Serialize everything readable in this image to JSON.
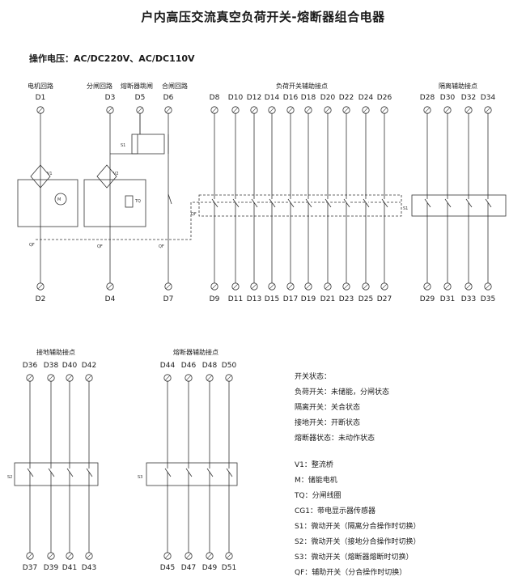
{
  "title": "户内高压交流真空负荷开关-熔断器组合电器",
  "voltage": "操作电压：AC/DC220V、AC/DC110V",
  "sections": {
    "motor": "电机回路",
    "open": "分闸回路",
    "fuse_trip": "熔断器跳闸",
    "close": "合闸回路",
    "load_aux": "负荷开关辅助接点",
    "iso_aux": "隔离辅助接点",
    "earth_aux": "接地辅助接点",
    "fuse_aux": "熔断器辅助接点"
  },
  "terminals": {
    "motor": [
      "D1",
      "D2"
    ],
    "open": [
      "D3",
      "D4"
    ],
    "fuse_trip": [
      "D5"
    ],
    "close": [
      "D6",
      "D7"
    ],
    "load_top": [
      "D8",
      "D10",
      "D12",
      "D14",
      "D16",
      "D18",
      "D20",
      "D22",
      "D24",
      "D26"
    ],
    "load_bottom": [
      "D9",
      "D11",
      "D13",
      "D15",
      "D17",
      "D19",
      "D21",
      "D23",
      "D25",
      "D27"
    ],
    "iso_top": [
      "D28",
      "D30",
      "D32",
      "D34"
    ],
    "iso_bottom": [
      "D29",
      "D31",
      "D33",
      "D35"
    ],
    "earth_top": [
      "D36",
      "D38",
      "D40",
      "D42"
    ],
    "earth_bottom": [
      "D37",
      "D39",
      "D41",
      "D43"
    ],
    "fuse_top": [
      "D44",
      "D46",
      "D48",
      "D50"
    ],
    "fuse_bottom": [
      "D45",
      "D47",
      "D49",
      "D51"
    ]
  },
  "component_labels": {
    "m": "M",
    "v1": "V1",
    "v2": "V2",
    "tq": "TQ",
    "s1": "S1",
    "s2": "S2",
    "s3": "S3",
    "qf": "QF"
  },
  "legend": {
    "states_title": "开关状态：",
    "states": [
      "负荷开关：未储能，分闸状态",
      "隔离开关：关合状态",
      "接地开关：开断状态",
      "熔断器状态：未动作状态"
    ],
    "symbols": [
      "V1：整流桥",
      "M：储能电机",
      "TQ：分闸线圈",
      "CG1：带电显示器传感器",
      "S1：微动开关（隔离分合操作时切换）",
      "S2：微动开关（接地分合操作时切换）",
      "S3：微动开关（熔断器熔断时切换）",
      "QF：辅助开关（分合操作时切换）"
    ]
  }
}
